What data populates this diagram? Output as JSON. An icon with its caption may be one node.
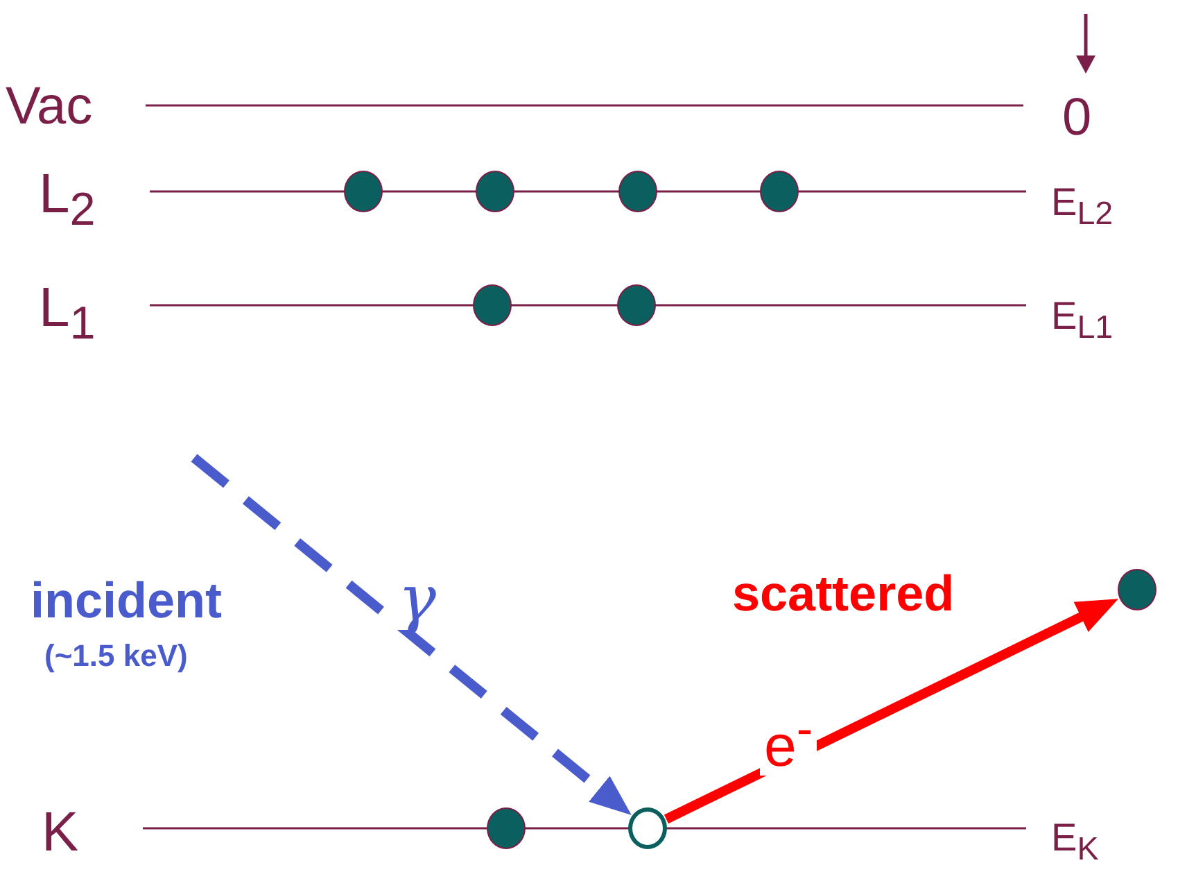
{
  "diagram": {
    "nodes": [
      {
        "text": [],
        "shape": "circle"
      },
      {
        "text": [],
        "shape": "circle"
      },
      {
        "text": [],
        "shape": "circle"
      },
      {
        "text": [],
        "shape": "circle"
      },
      {
        "text": [],
        "shape": "circle"
      },
      {
        "text": [],
        "shape": "circle"
      },
      {
        "text": [],
        "shape": "circle"
      },
      {
        "text": [],
        "shape": "circle"
      },
      {
        "text": [],
        "shape": "circle"
      }
    ],
    "edges": [
      {
        "from": null,
        "to": 8,
        "arrow": "to",
        "label": "γ",
        "style": "dashed",
        "color": "#4a5ccc"
      },
      {
        "from": 8,
        "to": 6,
        "arrow": "to",
        "label": "e$^{-}$",
        "color": "#ff0000"
      }
    ],
    "labels": [
      "Vac",
      "0",
      "L$_{2}$",
      "E$_{L2}$",
      "L$_{1}$",
      "E$_{L1}$",
      "incident",
      "(~1.5 keV)",
      "scattered",
      "K",
      "E$_{K}$"
    ]
  }
}
